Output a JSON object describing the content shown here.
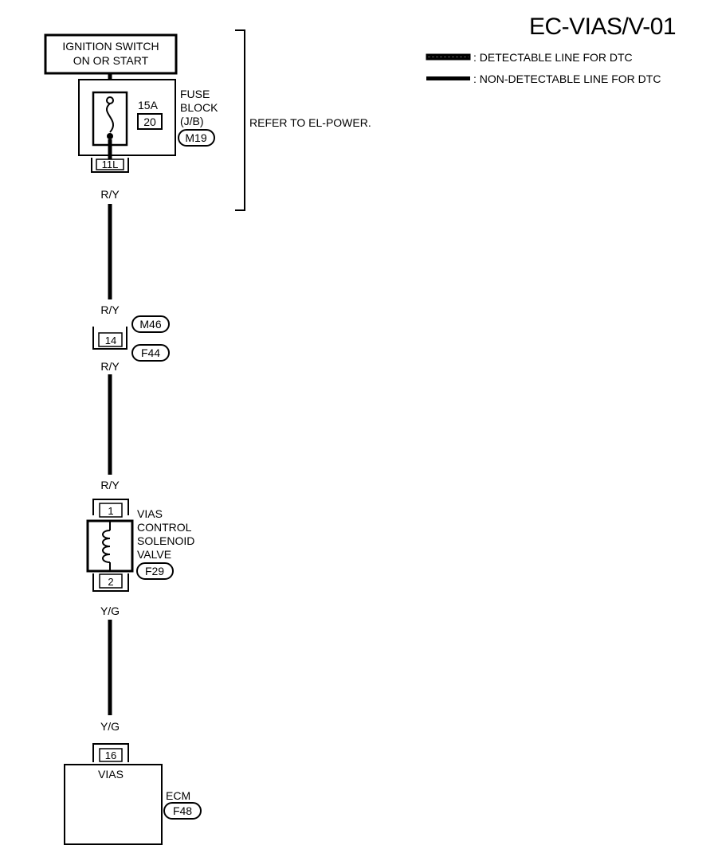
{
  "title": "EC-VIAS/V-01",
  "legend": {
    "detectable": ": DETECTABLE LINE FOR DTC",
    "non_detectable": ": NON-DETECTABLE LINE FOR DTC"
  },
  "ignition_switch": {
    "line1": "IGNITION SWITCH",
    "line2": "ON OR START"
  },
  "fuse": {
    "rating": "15A",
    "number": "20",
    "block_line1": "FUSE",
    "block_line2": "BLOCK",
    "block_line3": "(J/B)",
    "connector": "M19",
    "terminal": "11L"
  },
  "refer_note": "REFER TO EL-POWER.",
  "wires": {
    "w1": "R/Y",
    "w2": "R/Y",
    "w3": "R/Y",
    "w4": "R/Y",
    "w5": "Y/G",
    "w6": "Y/G"
  },
  "joint_connector": {
    "pin": "14",
    "upper": "M46",
    "lower": "F44"
  },
  "solenoid": {
    "pin_top": "1",
    "pin_bottom": "2",
    "line1": "VIAS",
    "line2": "CONTROL",
    "line3": "SOLENOID",
    "line4": "VALVE",
    "connector": "F29"
  },
  "ecm": {
    "pin": "16",
    "terminal_label": "VIAS",
    "name": "ECM",
    "connector": "F48"
  }
}
